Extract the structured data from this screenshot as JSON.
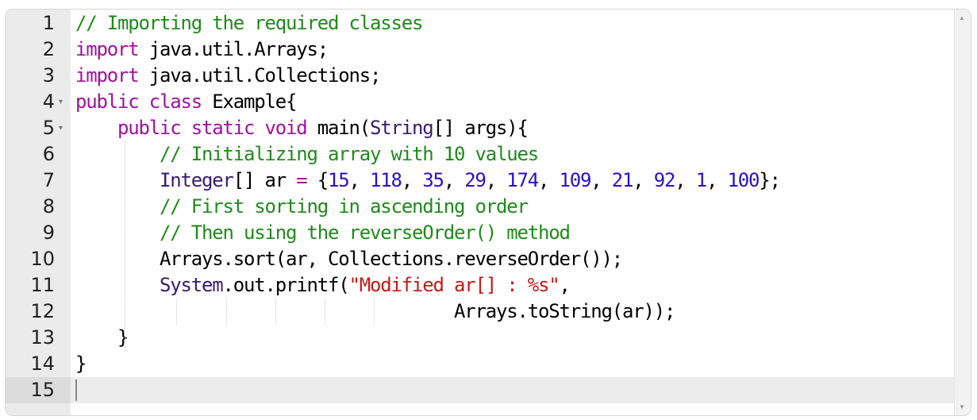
{
  "editor": {
    "language": "java",
    "active_line": 15,
    "lines": [
      {
        "n": "1",
        "fold": "",
        "segments": [
          [
            "cm",
            "// Importing the required classes"
          ]
        ]
      },
      {
        "n": "2",
        "fold": "",
        "segments": [
          [
            "kw",
            "import"
          ],
          [
            "",
            " java.util.Arrays;"
          ]
        ]
      },
      {
        "n": "3",
        "fold": "",
        "segments": [
          [
            "kw",
            "import"
          ],
          [
            "",
            " java.util.Collections;"
          ]
        ]
      },
      {
        "n": "4",
        "fold": "▾",
        "segments": [
          [
            "kw",
            "public"
          ],
          [
            "",
            " "
          ],
          [
            "kw",
            "class"
          ],
          [
            "",
            " Example{"
          ]
        ]
      },
      {
        "n": "5",
        "fold": "▾",
        "segments": [
          [
            "",
            "    "
          ],
          [
            "kw",
            "public"
          ],
          [
            "",
            " "
          ],
          [
            "kw",
            "static"
          ],
          [
            "",
            " "
          ],
          [
            "kw",
            "void"
          ],
          [
            "",
            " main("
          ],
          [
            "typ",
            "String"
          ],
          [
            "",
            "[] args){"
          ]
        ]
      },
      {
        "n": "6",
        "fold": "",
        "segments": [
          [
            "",
            "        "
          ],
          [
            "cm",
            "// Initializing array with 10 values"
          ]
        ]
      },
      {
        "n": "7",
        "fold": "",
        "segments": [
          [
            "",
            "        "
          ],
          [
            "typ",
            "Integer"
          ],
          [
            "",
            "[] ar "
          ],
          [
            "op",
            "="
          ],
          [
            "",
            " {"
          ],
          [
            "num-lit",
            "15"
          ],
          [
            "",
            ", "
          ],
          [
            "num-lit",
            "118"
          ],
          [
            "",
            ", "
          ],
          [
            "num-lit",
            "35"
          ],
          [
            "",
            ", "
          ],
          [
            "num-lit",
            "29"
          ],
          [
            "",
            ", "
          ],
          [
            "num-lit",
            "174"
          ],
          [
            "",
            ", "
          ],
          [
            "num-lit",
            "109"
          ],
          [
            "",
            ", "
          ],
          [
            "num-lit",
            "21"
          ],
          [
            "",
            ", "
          ],
          [
            "num-lit",
            "92"
          ],
          [
            "",
            ", "
          ],
          [
            "num-lit",
            "1"
          ],
          [
            "",
            ", "
          ],
          [
            "num-lit",
            "100"
          ],
          [
            "",
            "};"
          ]
        ]
      },
      {
        "n": "8",
        "fold": "",
        "segments": [
          [
            "",
            "        "
          ],
          [
            "cm",
            "// First sorting in ascending order"
          ]
        ]
      },
      {
        "n": "9",
        "fold": "",
        "segments": [
          [
            "",
            "        "
          ],
          [
            "cm",
            "// Then using the reverseOrder() method"
          ]
        ]
      },
      {
        "n": "10",
        "fold": "",
        "segments": [
          [
            "",
            "        Arrays.sort(ar, Collections.reverseOrder());"
          ]
        ]
      },
      {
        "n": "11",
        "fold": "",
        "segments": [
          [
            "",
            "        "
          ],
          [
            "typ",
            "System"
          ],
          [
            "",
            ".out.printf("
          ],
          [
            "str",
            "\"Modified ar[] : %s\""
          ],
          [
            "",
            ","
          ]
        ]
      },
      {
        "n": "12",
        "fold": "",
        "segments": [
          [
            "",
            "                                    Arrays.toString(ar));"
          ]
        ]
      },
      {
        "n": "13",
        "fold": "",
        "segments": [
          [
            "",
            "    }"
          ]
        ]
      },
      {
        "n": "14",
        "fold": "",
        "segments": [
          [
            "",
            "}"
          ]
        ]
      },
      {
        "n": "15",
        "fold": "",
        "segments": [
          [
            "",
            ""
          ]
        ]
      }
    ]
  },
  "scrollbar": {
    "up_icon": "▲",
    "down_icon": "▼"
  }
}
